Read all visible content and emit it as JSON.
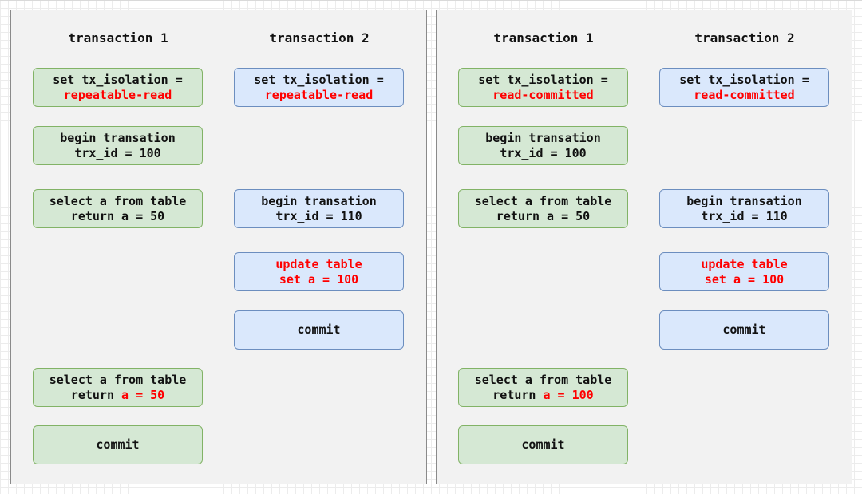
{
  "panels": [
    {
      "headers": [
        "transaction 1",
        "transaction 2"
      ],
      "t1": {
        "isolation_label": "set tx_isolation =",
        "isolation_value": "repeatable-read",
        "begin_1": "begin transation",
        "begin_2": "trx_id = 100",
        "select1_1": "select a from table",
        "select1_2": "return a = 50",
        "select2_1": "select a from table",
        "select2_2_prefix": "return ",
        "select2_2_value": "a = 50",
        "commit": "commit"
      },
      "t2": {
        "isolation_label": "set tx_isolation =",
        "isolation_value": "repeatable-read",
        "begin_1": "begin transation",
        "begin_2": "trx_id = 110",
        "update_1": "update table",
        "update_2": "set a = 100",
        "commit": "commit"
      }
    },
    {
      "headers": [
        "transaction 1",
        "transaction 2"
      ],
      "t1": {
        "isolation_label": "set tx_isolation =",
        "isolation_value": "read-committed",
        "begin_1": "begin transation",
        "begin_2": "trx_id = 100",
        "select1_1": "select a from table",
        "select1_2": "return a = 50",
        "select2_1": "select a from table",
        "select2_2_prefix": "return ",
        "select2_2_value": "a = 100",
        "commit": "commit"
      },
      "t2": {
        "isolation_label": "set tx_isolation =",
        "isolation_value": "read-committed",
        "begin_1": "begin transation",
        "begin_2": "trx_id = 110",
        "update_1": "update table",
        "update_2": "set a = 100",
        "commit": "commit"
      }
    }
  ],
  "colors": {
    "t1_fill": "#d5e8d4",
    "t1_stroke": "#82b366",
    "t2_fill": "#dae8fc",
    "t2_stroke": "#6c8ebf",
    "highlight": "#ff0000"
  }
}
